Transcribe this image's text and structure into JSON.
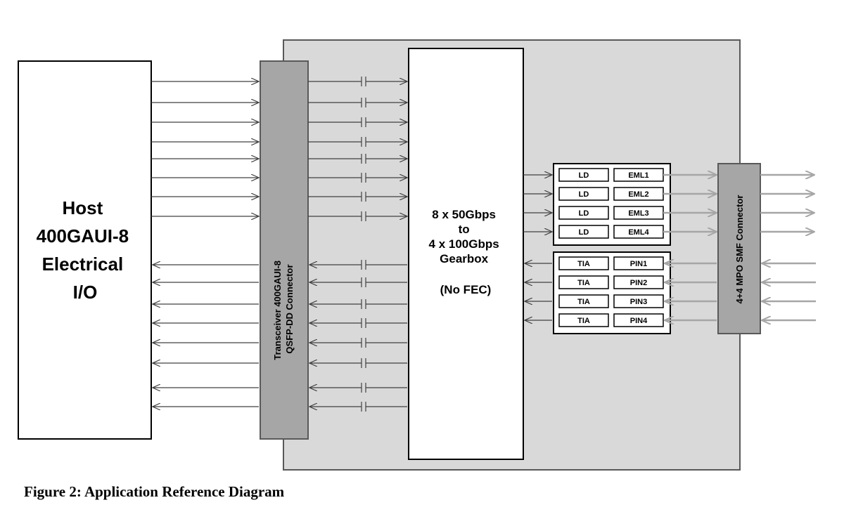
{
  "host": {
    "lines": [
      "Host",
      "400GAUI-8",
      "Electrical",
      "I/O"
    ]
  },
  "connector_left": {
    "lines": [
      "Transceiver 400GAUI-8",
      "QSFP-DD Connector"
    ]
  },
  "gearbox": {
    "lines": [
      "8 x 50Gbps",
      "to",
      "4 x 100Gbps",
      "Gearbox",
      "",
      "(No FEC)"
    ]
  },
  "tx_lanes": [
    {
      "driver": "LD",
      "laser": "EML1"
    },
    {
      "driver": "LD",
      "laser": "EML2"
    },
    {
      "driver": "LD",
      "laser": "EML3"
    },
    {
      "driver": "LD",
      "laser": "EML4"
    }
  ],
  "rx_lanes": [
    {
      "amp": "TIA",
      "detector": "PIN1"
    },
    {
      "amp": "TIA",
      "detector": "PIN2"
    },
    {
      "amp": "TIA",
      "detector": "PIN3"
    },
    {
      "amp": "TIA",
      "detector": "PIN4"
    }
  ],
  "connector_right": {
    "label": "4+4 MPO  SMF Connector"
  },
  "caption": "Figure 2: Application Reference Diagram",
  "colors": {
    "module_fill": "#d9d9d9",
    "connector_fill": "#a6a6a6",
    "optical_line": "#a6a6a6",
    "electrical_line": "#404040"
  },
  "electrical_tx_count": 8,
  "electrical_rx_count": 8
}
